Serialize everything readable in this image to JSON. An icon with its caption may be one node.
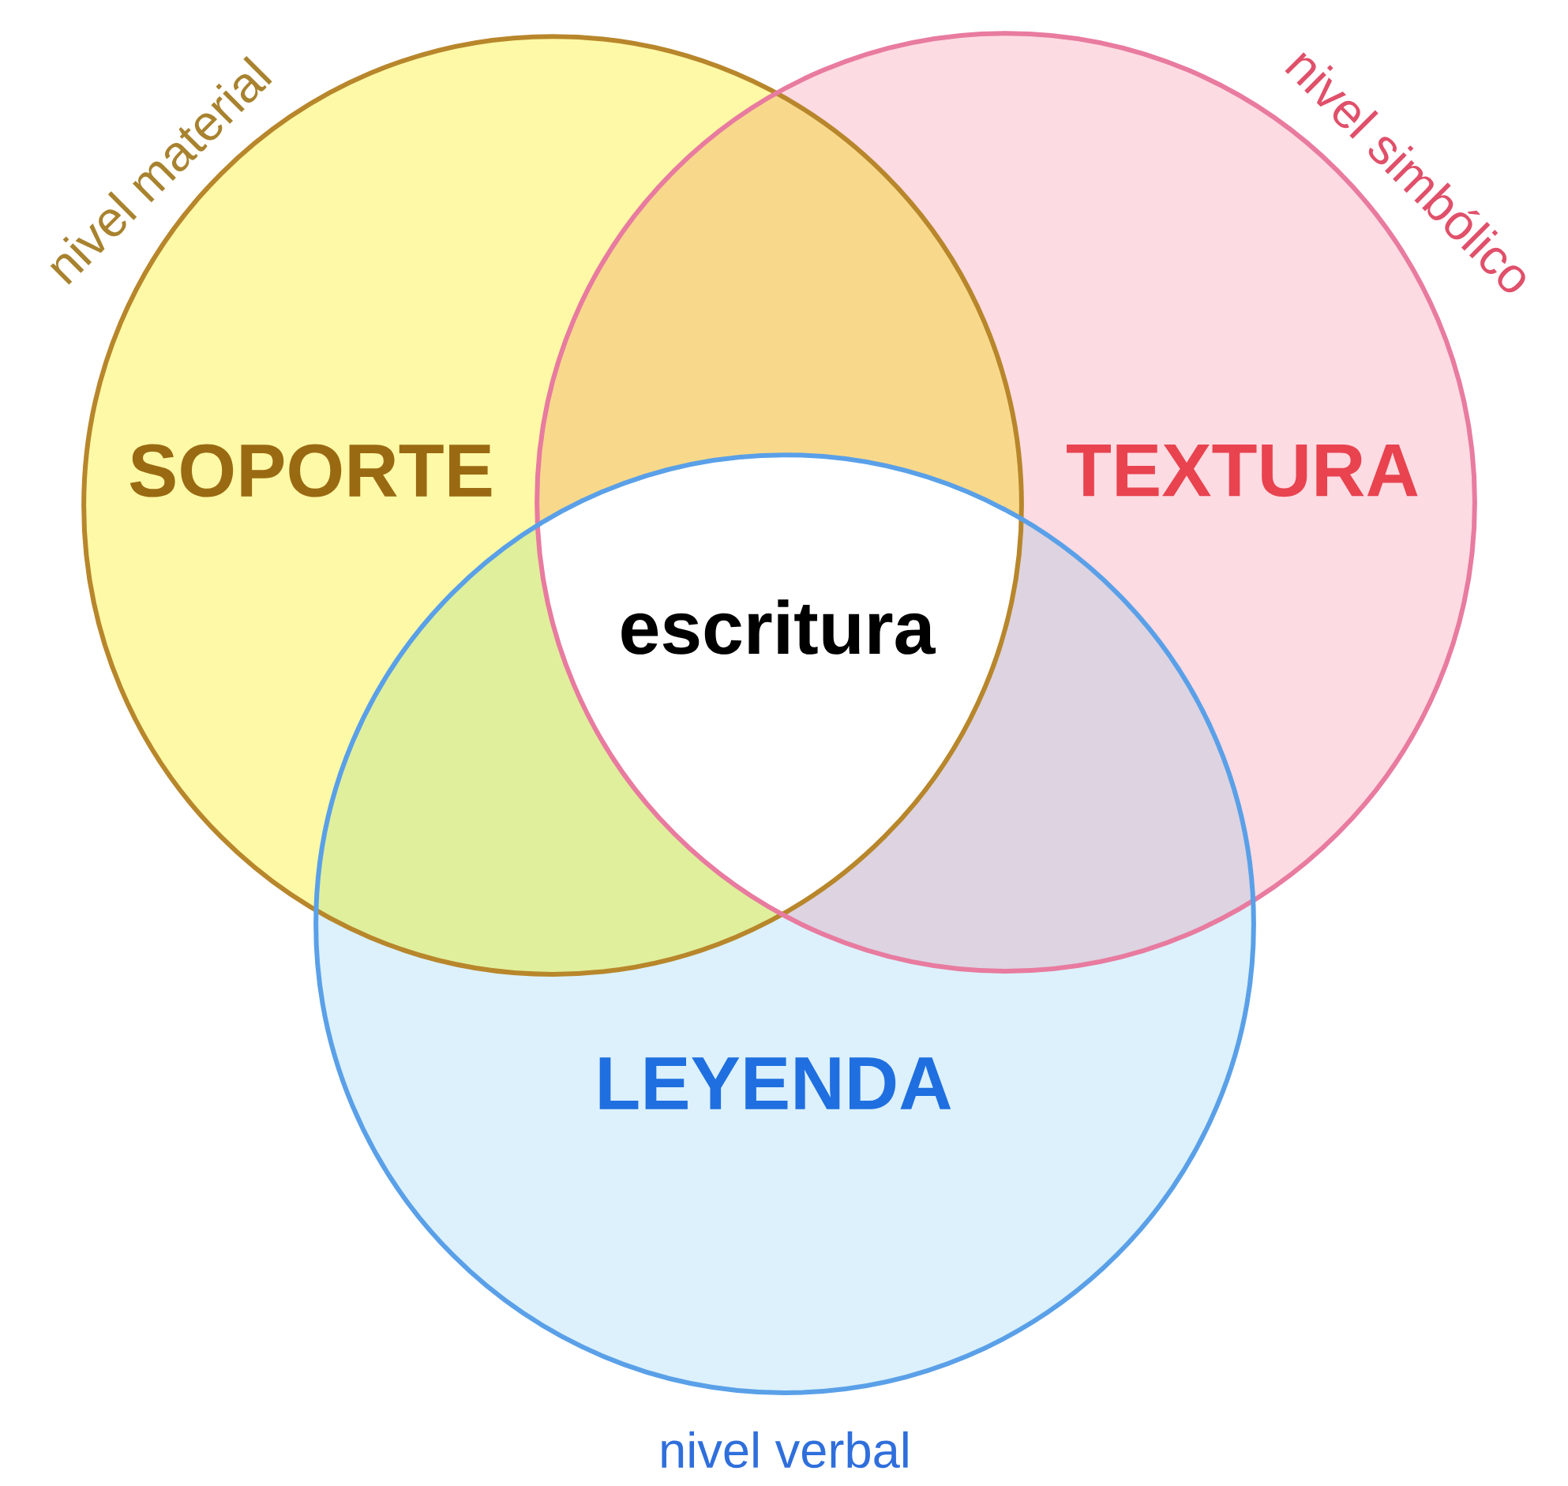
{
  "diagram": {
    "nodes": [
      {
        "text": [
          "SOPORTE"
        ],
        "beside": [
          "nivel material"
        ]
      },
      {
        "text": [
          "TEXTURA"
        ],
        "beside": [
          "nivel simbólico"
        ]
      },
      {
        "text": [
          "LEYENDA"
        ],
        "beside": [
          "nivel verbal"
        ]
      },
      {
        "text": [
          "escritura"
        ]
      }
    ]
  }
}
